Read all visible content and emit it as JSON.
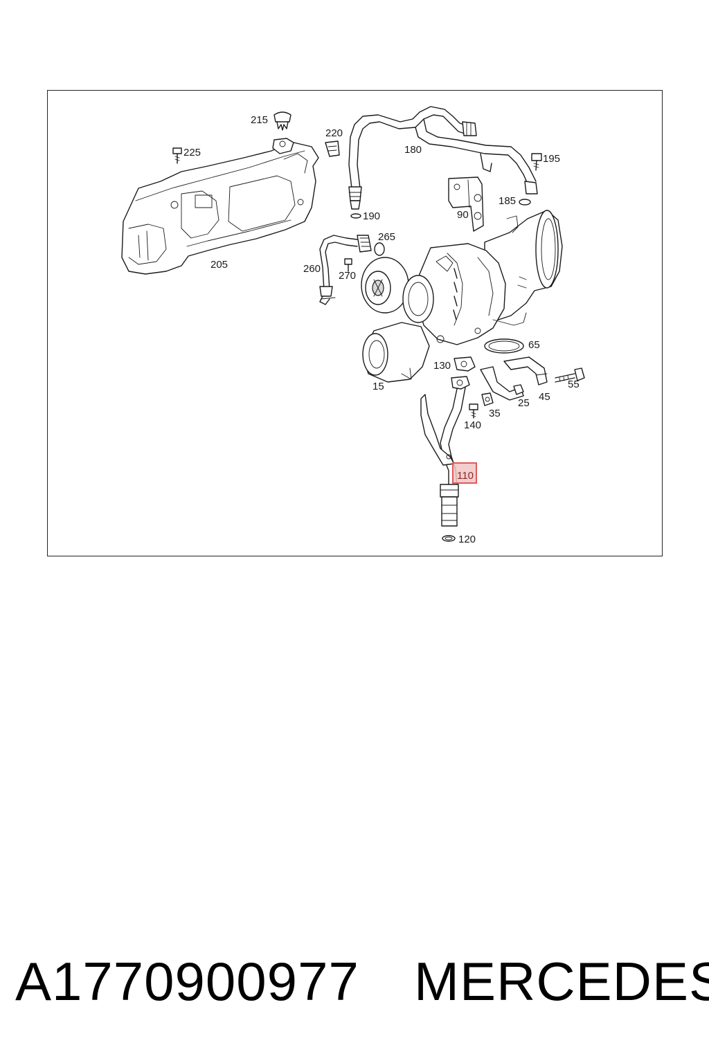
{
  "diagram": {
    "labels": [
      "215",
      "220",
      "225",
      "180",
      "195",
      "190",
      "90",
      "185",
      "205",
      "265",
      "260",
      "270",
      "65",
      "130",
      "55",
      "15",
      "45",
      "25",
      "35",
      "140",
      "120"
    ],
    "highlighted_label": "110",
    "highlight_color": "#e05a5a"
  },
  "footer": {
    "part_number": "A1770900977",
    "brand": "MERCEDES"
  }
}
